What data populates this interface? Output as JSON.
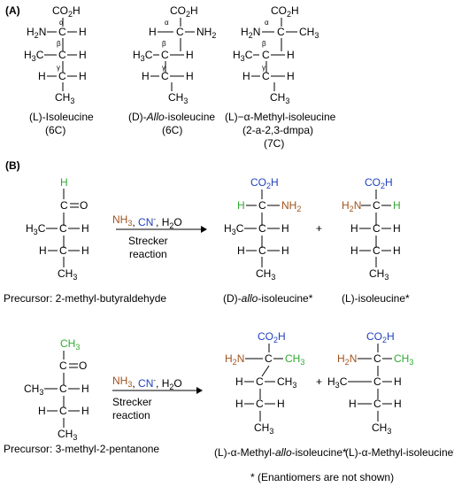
{
  "panels": {
    "a": {
      "label": "(A)"
    },
    "b": {
      "label": "(B)"
    }
  },
  "atoms": {
    "co2h": "CO2H",
    "h2n": "H2N",
    "nh2": "NH2",
    "h3c": "H3C",
    "ch3": "CH3",
    "h": "H",
    "c": "C",
    "o": "O",
    "alpha": "α",
    "beta": "β",
    "gamma": "γ"
  },
  "structures_a": [
    {
      "name": "(L)-Isoleucine",
      "carbons": "(6C)"
    },
    {
      "name_prefix": "(D)-",
      "name_italic": "Allo",
      "name_suffix": "-isoleucine",
      "carbons": "(6C)"
    },
    {
      "name": "(L)−α-Methyl-isoleucine",
      "abbrev": "(2-a-2,3-dmpa)",
      "carbons": "(7C)"
    }
  ],
  "reaction1": {
    "reagent_nh3": "NH3",
    "reagent_cn": "CN",
    "reagent_cn_charge": "-",
    "reagent_h2o": "H2O",
    "condition_line1": "Strecker",
    "condition_line2": "reaction",
    "precursor_label": "Precursor: 2-methyl-butyraldehyde",
    "plus": "+",
    "product1_prefix": "(D)-",
    "product1_italic": "allo",
    "product1_suffix": "-isoleucine*",
    "product2": "(L)-isoleucine*"
  },
  "reaction2": {
    "reagent_nh3": "NH3",
    "reagent_cn": "CN",
    "reagent_cn_charge": "-",
    "reagent_h2o": "H2O",
    "condition_line1": "Strecker",
    "condition_line2": "reaction",
    "precursor_label": "Precursor: 3-methyl-2-pentanone",
    "plus": "+",
    "product1_prefix": "(L)-α-Methyl-",
    "product1_italic": "allo",
    "product1_suffix": "-isoleucine*",
    "product2": "(L)-α-Methyl-isoleucine*"
  },
  "footnote": "* (Enantiomers are not shown)",
  "colors": {
    "co2h": "#1f3fbf",
    "amine": "#a0521d",
    "green": "#2faa2f",
    "nh3": "#a0521d",
    "cn": "#1f3fbf",
    "black": "#000000"
  }
}
